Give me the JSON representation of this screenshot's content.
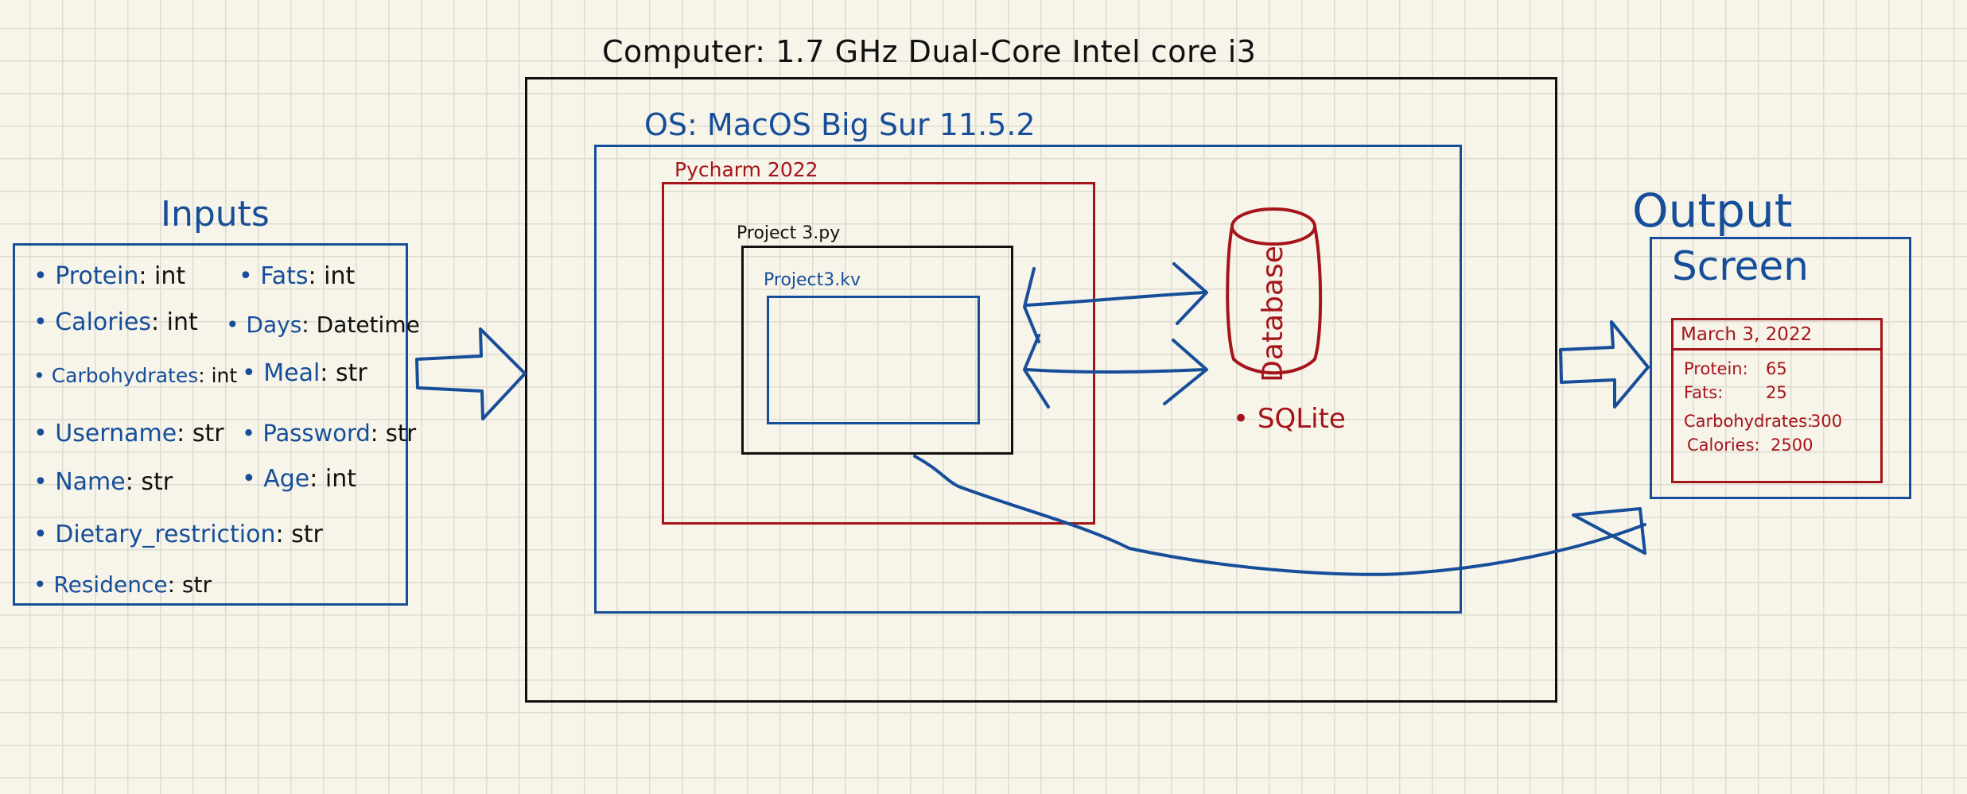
{
  "computer": {
    "label": "Computer: 1.7 GHz Dual-Core Intel core i3"
  },
  "os": {
    "label": "OS: MacOS Big Sur 11.5.2"
  },
  "ide": {
    "label": "Pycharm 2022"
  },
  "script": {
    "label": "Project 3.py"
  },
  "kivy": {
    "label": "Project3.kv"
  },
  "database": {
    "label": "Database",
    "engine": "• SQLite"
  },
  "inputs": {
    "title": "Inputs",
    "fields": [
      {
        "name": "• Protein",
        "type": ": int"
      },
      {
        "name": "• Fats",
        "type": ": int"
      },
      {
        "name": "• Calories",
        "type": ": int"
      },
      {
        "name": "• Days",
        "type": ": Datetime"
      },
      {
        "name": "• Carbohydrates",
        "type": ": int"
      },
      {
        "name": "• Meal",
        "type": ": str"
      },
      {
        "name": "• Username",
        "type": ": str"
      },
      {
        "name": "• Password",
        "type": ": str"
      },
      {
        "name": "• Name",
        "type": ": str"
      },
      {
        "name": "• Age",
        "type": ": int"
      },
      {
        "name": "• Dietary_restriction",
        "type": ": str"
      },
      {
        "name": "• Residence",
        "type": ": str"
      }
    ]
  },
  "output": {
    "title": "Output",
    "screen": "Screen",
    "card": {
      "date": "March 3, 2022",
      "rows": [
        {
          "label": "Protein:",
          "value": "65"
        },
        {
          "label": "Fats:",
          "value": "25"
        },
        {
          "label": "Carbohydrates:",
          "value": "300"
        },
        {
          "label": "Calories:",
          "value": "2500"
        }
      ]
    }
  },
  "colors": {
    "blue": "#164e9a",
    "red": "#a5141a",
    "black": "#111111",
    "paper": "#f7f4e9"
  }
}
